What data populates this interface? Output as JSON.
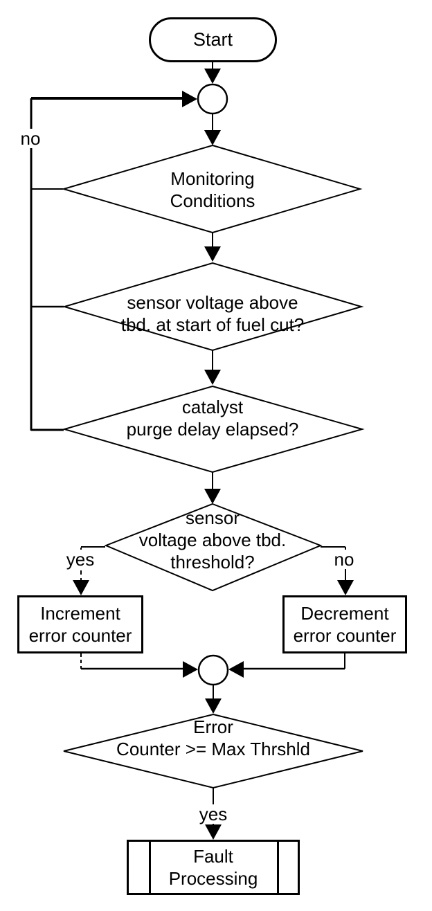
{
  "diagram": {
    "title": "error-counter monitoring flowchart",
    "nodes": {
      "start": "Start",
      "monitoring": "Monitoring\nConditions",
      "fuel_cut": "sensor voltage above\ntbd. at start of fuel cut?",
      "purge_delay": "catalyst\npurge delay elapsed?",
      "threshold": "sensor\nvoltage above tbd.\nthreshold?",
      "increment": "Increment\nerror counter",
      "decrement": "Decrement\nerror counter",
      "error_counter": "Error\nCounter >= Max Thrshld",
      "fault": "Fault\nProcessing"
    },
    "edge_labels": {
      "loop_no": "no",
      "threshold_yes": "yes",
      "threshold_no": "no",
      "error_yes": "yes"
    },
    "colors": {
      "stroke": "#000000",
      "fill": "#ffffff"
    }
  }
}
